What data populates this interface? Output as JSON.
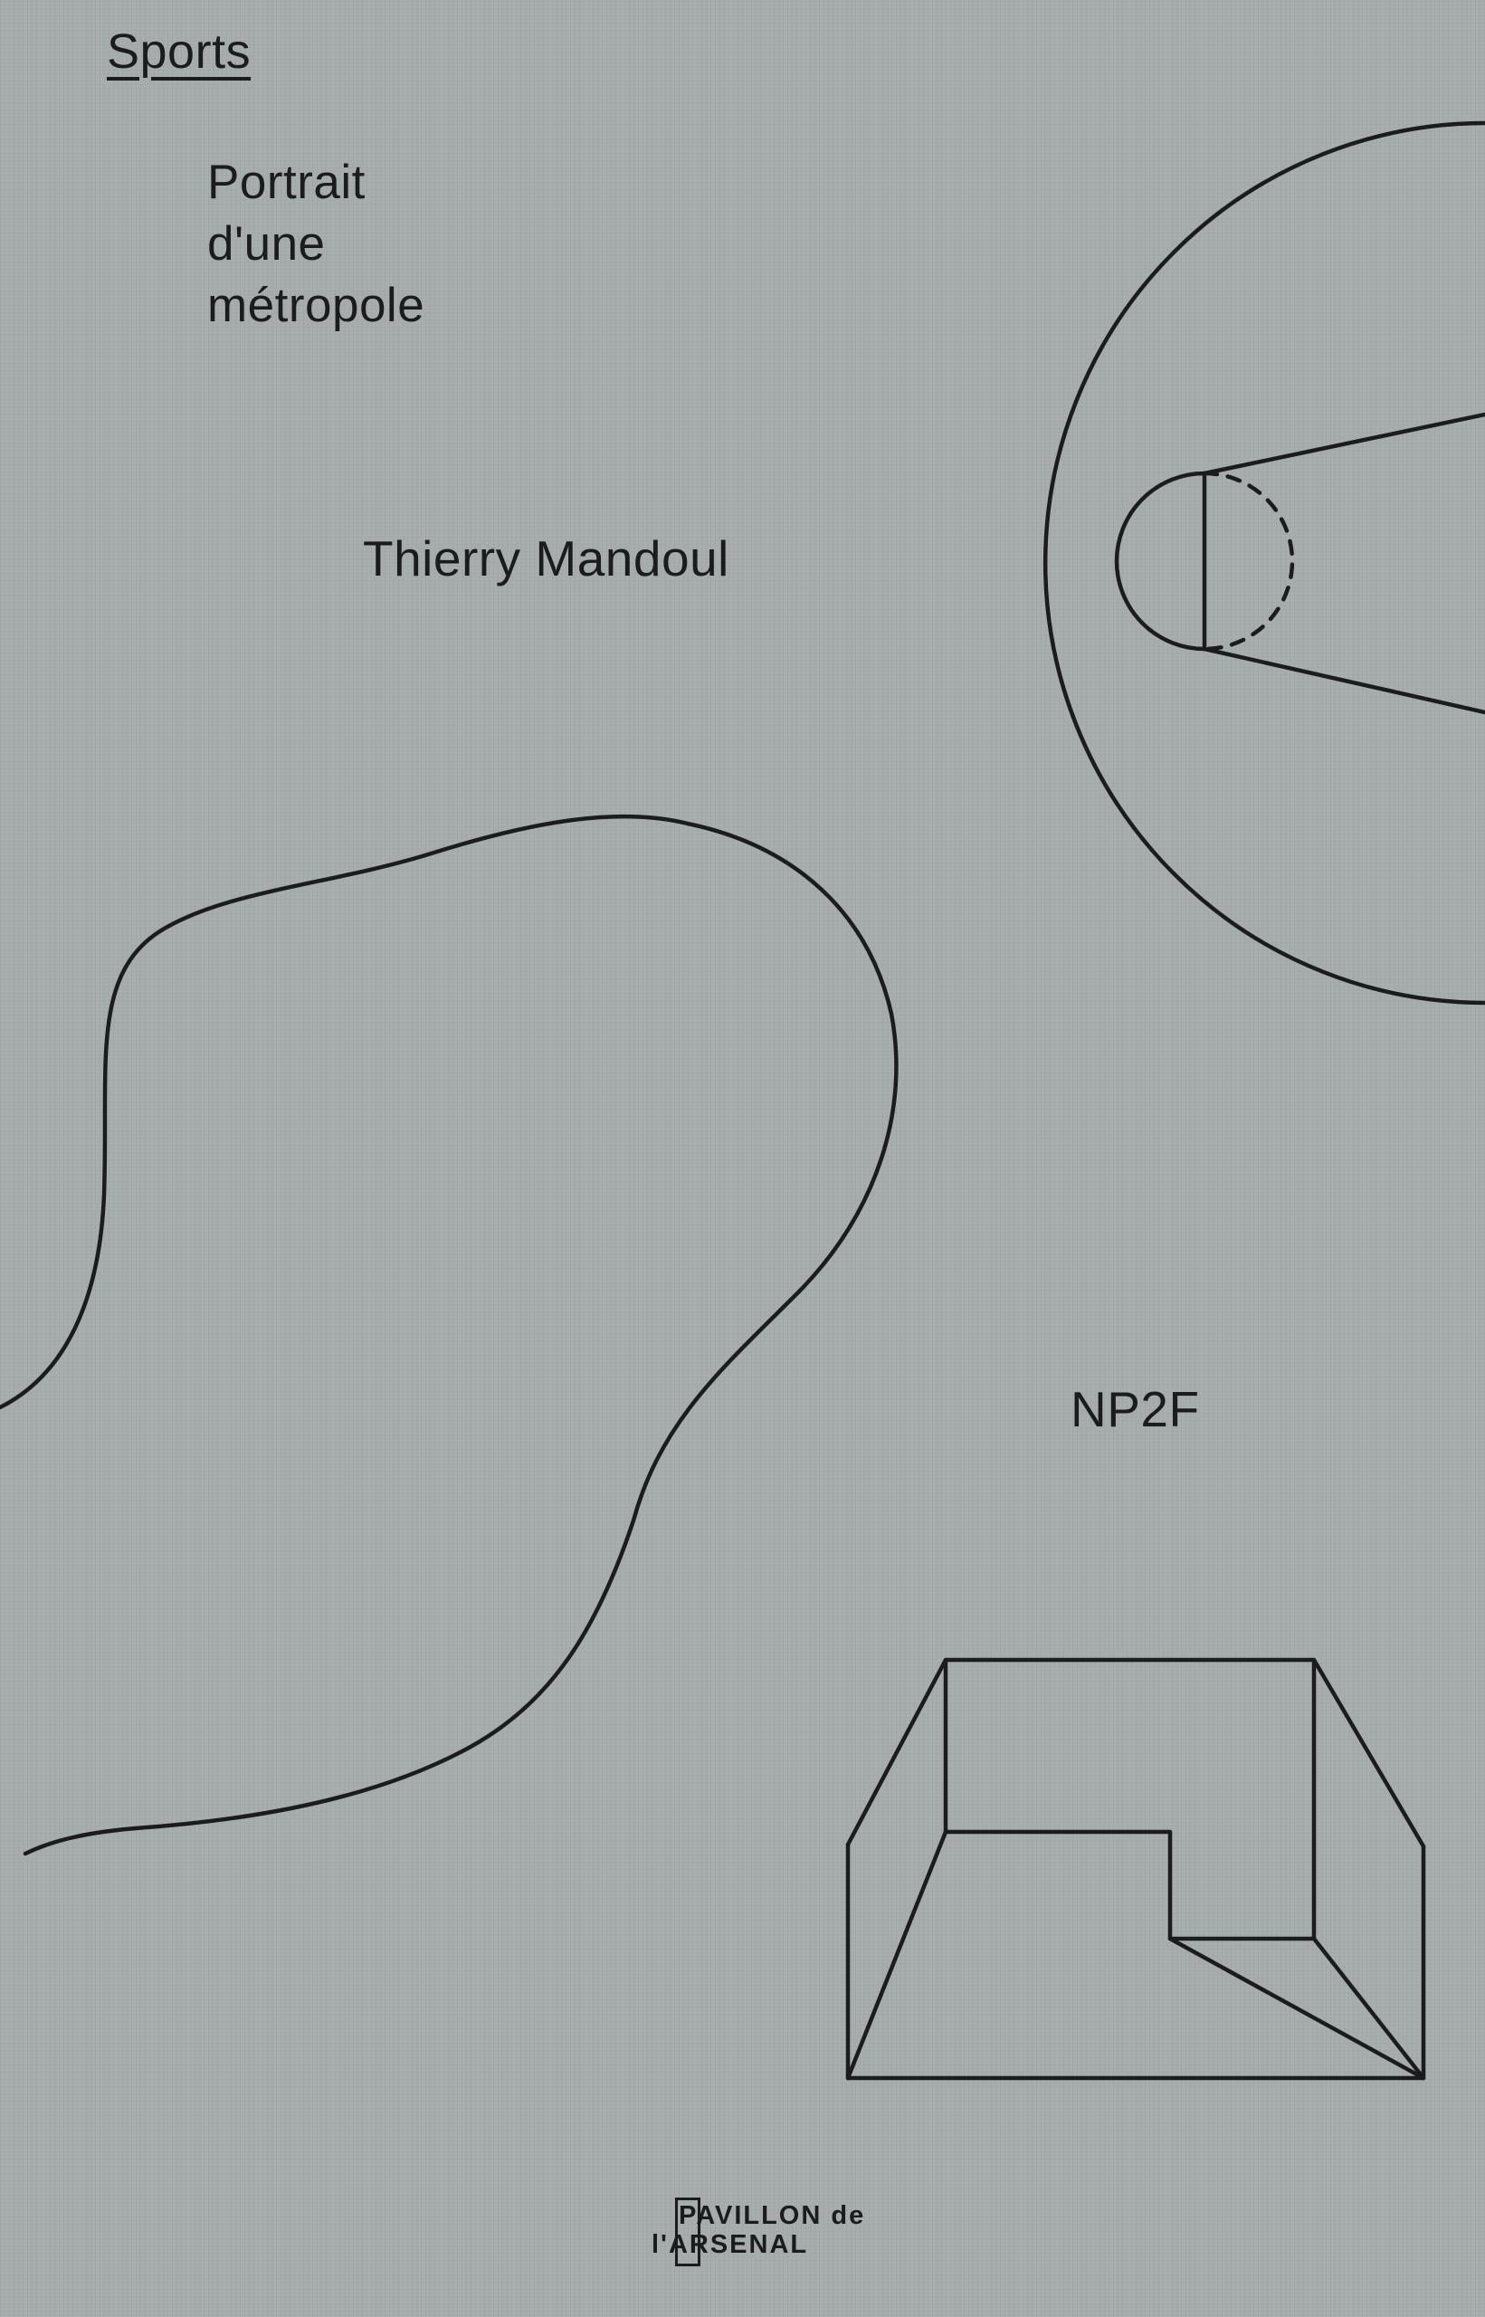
{
  "cover": {
    "series": "Sports",
    "title_lines": [
      "Portrait",
      "d'une",
      "métropole"
    ],
    "author": "Thierry Mandoul",
    "coauthor": "NP2F",
    "publisher": {
      "line1": "PAVILLON de",
      "line2": "l'ARSENAL"
    },
    "colors": {
      "background": "#a6abac",
      "ink": "#1b1c1d"
    },
    "illustrations": [
      "basketball-court-key-drawing",
      "organic-blob-outline",
      "stadium-box-drawing"
    ]
  }
}
